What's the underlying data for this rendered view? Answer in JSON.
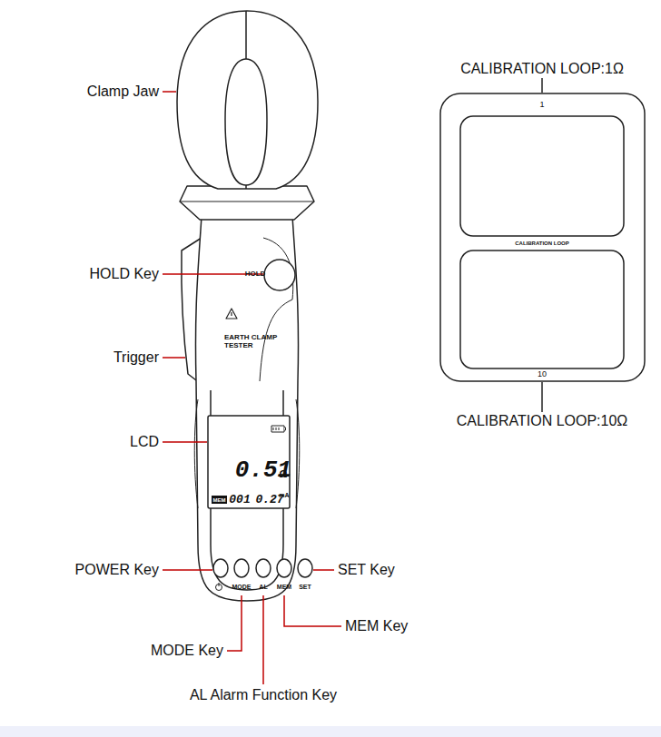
{
  "diagram": {
    "labels": [
      "Clamp Jaw",
      "CALIBRATION LOOP:1Ω",
      "1",
      "CALIBRATION LOOP",
      "10",
      "CALIBRATION LOOP:10Ω",
      "HOLD Key",
      "HOLD",
      "Trigger",
      "EARTH CLAMP TESTER",
      "LCD",
      "0.51",
      "Ω",
      "MEM",
      "001",
      "0.27",
      "mA",
      "POWER Key",
      "MODE",
      "AL",
      "MEM",
      "SET",
      "SET Key",
      "MODE Key",
      "MEM Key",
      "AL Alarm Function Key"
    ]
  }
}
